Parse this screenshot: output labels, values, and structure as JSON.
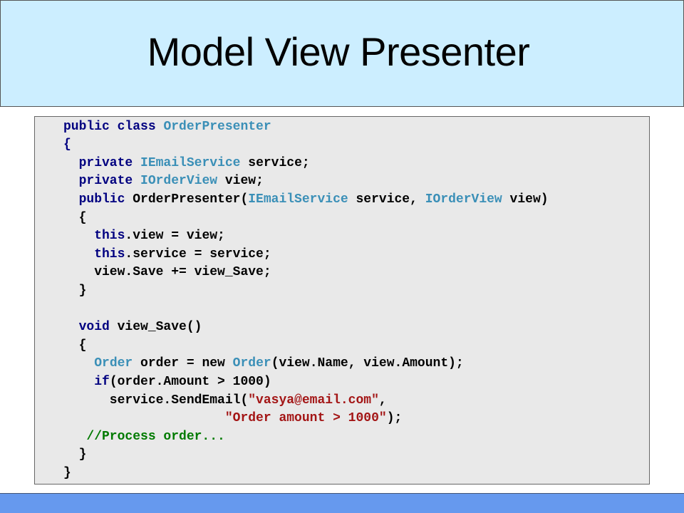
{
  "slide": {
    "title": "Model View Presenter"
  },
  "code": {
    "lines": [
      [
        {
          "t": "public class ",
          "c": "kw"
        },
        {
          "t": "OrderPresenter",
          "c": "type"
        }
      ],
      [
        {
          "t": "{",
          "c": "kw"
        }
      ],
      [
        {
          "t": "  private ",
          "c": "kw"
        },
        {
          "t": "IEmailService",
          "c": "type"
        },
        {
          "t": " service;",
          "c": "plain"
        }
      ],
      [
        {
          "t": "  private ",
          "c": "kw"
        },
        {
          "t": "IOrderView",
          "c": "type"
        },
        {
          "t": " view;",
          "c": "plain"
        }
      ],
      [
        {
          "t": "  public ",
          "c": "kw"
        },
        {
          "t": "OrderPresenter(",
          "c": "plain"
        },
        {
          "t": "IEmailService",
          "c": "type"
        },
        {
          "t": " service, ",
          "c": "plain"
        },
        {
          "t": "IOrderView",
          "c": "type"
        },
        {
          "t": " view)",
          "c": "plain"
        }
      ],
      [
        {
          "t": "  {",
          "c": "plain"
        }
      ],
      [
        {
          "t": "    this",
          "c": "kw"
        },
        {
          "t": ".view = view;",
          "c": "plain"
        }
      ],
      [
        {
          "t": "    this",
          "c": "kw"
        },
        {
          "t": ".service = service;",
          "c": "plain"
        }
      ],
      [
        {
          "t": "    view.Save += view_Save;",
          "c": "plain"
        }
      ],
      [
        {
          "t": "  }",
          "c": "plain"
        }
      ],
      [],
      [
        {
          "t": "  void",
          "c": "kw"
        },
        {
          "t": " view_Save()",
          "c": "plain"
        }
      ],
      [
        {
          "t": "  {",
          "c": "plain"
        }
      ],
      [
        {
          "t": "    ",
          "c": "plain"
        },
        {
          "t": "Order",
          "c": "type"
        },
        {
          "t": " order = new ",
          "c": "plain"
        },
        {
          "t": "Order",
          "c": "type"
        },
        {
          "t": "(view.Name, view.Amount);",
          "c": "plain"
        }
      ],
      [
        {
          "t": "    if",
          "c": "kw"
        },
        {
          "t": "(order.Amount > 1000)",
          "c": "plain"
        }
      ],
      [
        {
          "t": "      service.SendEmail(",
          "c": "plain"
        },
        {
          "t": "\"vasya@email.com\"",
          "c": "str"
        },
        {
          "t": ",",
          "c": "plain"
        }
      ],
      [
        {
          "t": "                     ",
          "c": "plain"
        },
        {
          "t": "\"Order amount > 1000\"",
          "c": "str"
        },
        {
          "t": ");",
          "c": "plain"
        }
      ],
      [
        {
          "t": "   //Process order...",
          "c": "cm"
        }
      ],
      [
        {
          "t": "  }",
          "c": "plain"
        }
      ],
      [
        {
          "t": "}",
          "c": "plain"
        }
      ]
    ]
  }
}
